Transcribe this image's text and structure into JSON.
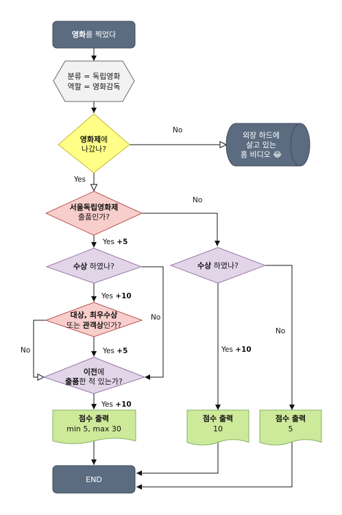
{
  "nodes": {
    "start": {
      "bold": "영화",
      "text": "를 찍었다"
    },
    "prep": {
      "line1": "분류 = 독립영화",
      "line2": "역할 = 영화감독"
    },
    "festival": {
      "bold": "영화제",
      "line1_rest": "에",
      "line2": "나갔나?"
    },
    "hdd": {
      "line1": "외장 하드에",
      "line2": "살고 있는",
      "line3": "홈 비디오 😂"
    },
    "siff": {
      "bold1": "서울독립영화제",
      "line2": "출품인가?"
    },
    "award_left": {
      "bold": "수상",
      "rest": " 하였나?"
    },
    "award_right": {
      "bold": "수상",
      "rest": " 하였나?"
    },
    "grand": {
      "bold1": "대상, 최우수상",
      "line2_pre": "또는 ",
      "bold2": "관객상",
      "line2_post": "인가?"
    },
    "prior": {
      "bold1": "이전",
      "line1_rest": "에",
      "bold2": "출품",
      "line2_rest": "한 적 있는가?"
    },
    "out_left": {
      "title": "점수 출력",
      "value": "min 5, max 30"
    },
    "out_mid": {
      "title": "점수 출력",
      "value": "10"
    },
    "out_right": {
      "title": "점수 출력",
      "value": "5"
    },
    "end": {
      "text": "END"
    }
  },
  "edges": {
    "festival_no": "No",
    "festival_yes": "Yes",
    "siff_no": "No",
    "siff_yes_pre": "Yes ",
    "siff_yes_pts": "+5",
    "award_left_yes_pre": "Yes ",
    "award_left_yes_pts": "+10",
    "award_left_no": "No",
    "grand_yes_pre": "Yes ",
    "grand_yes_pts": "+5",
    "grand_no": "No",
    "prior_yes_pre": "Yes ",
    "prior_yes_pts": "+10",
    "award_right_yes_pre": "Yes ",
    "award_right_yes_pts": "+10",
    "award_right_no": "No"
  },
  "colors": {
    "terminal": "#5b6b80",
    "prep": "#f2f2f2",
    "festival": "#ffff88",
    "siff": "#f8cecc",
    "award": "#e1d5e7",
    "output": "#cde99a",
    "hdd": "#5b6b80"
  }
}
